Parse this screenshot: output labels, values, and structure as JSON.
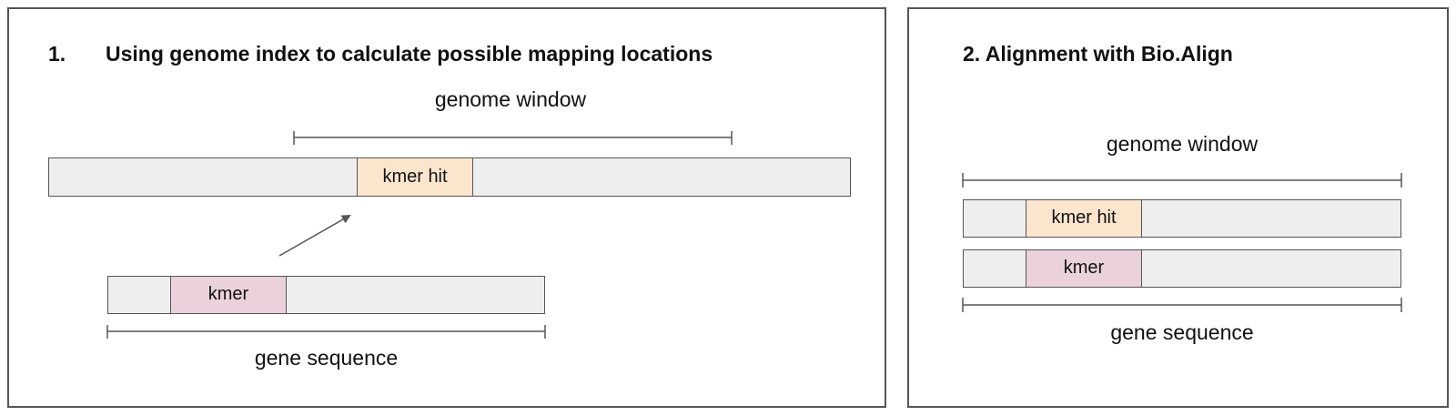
{
  "panel1": {
    "number": "1.",
    "title": "Using genome index to calculate possible mapping locations",
    "genome_window_label": "genome window",
    "kmer_hit_label": "kmer hit",
    "kmer_label": "kmer",
    "gene_sequence_label": "gene sequence"
  },
  "panel2": {
    "title": "2. Alignment with Bio.Align",
    "genome_window_label": "genome window",
    "kmer_hit_label": "kmer hit",
    "kmer_label": "kmer",
    "gene_sequence_label": "gene sequence"
  },
  "colors": {
    "bar_fill": "#eeeeee",
    "kmer_hit_fill": "#fce5cd",
    "kmer_fill": "#ead1dc",
    "outline": "#555555"
  }
}
